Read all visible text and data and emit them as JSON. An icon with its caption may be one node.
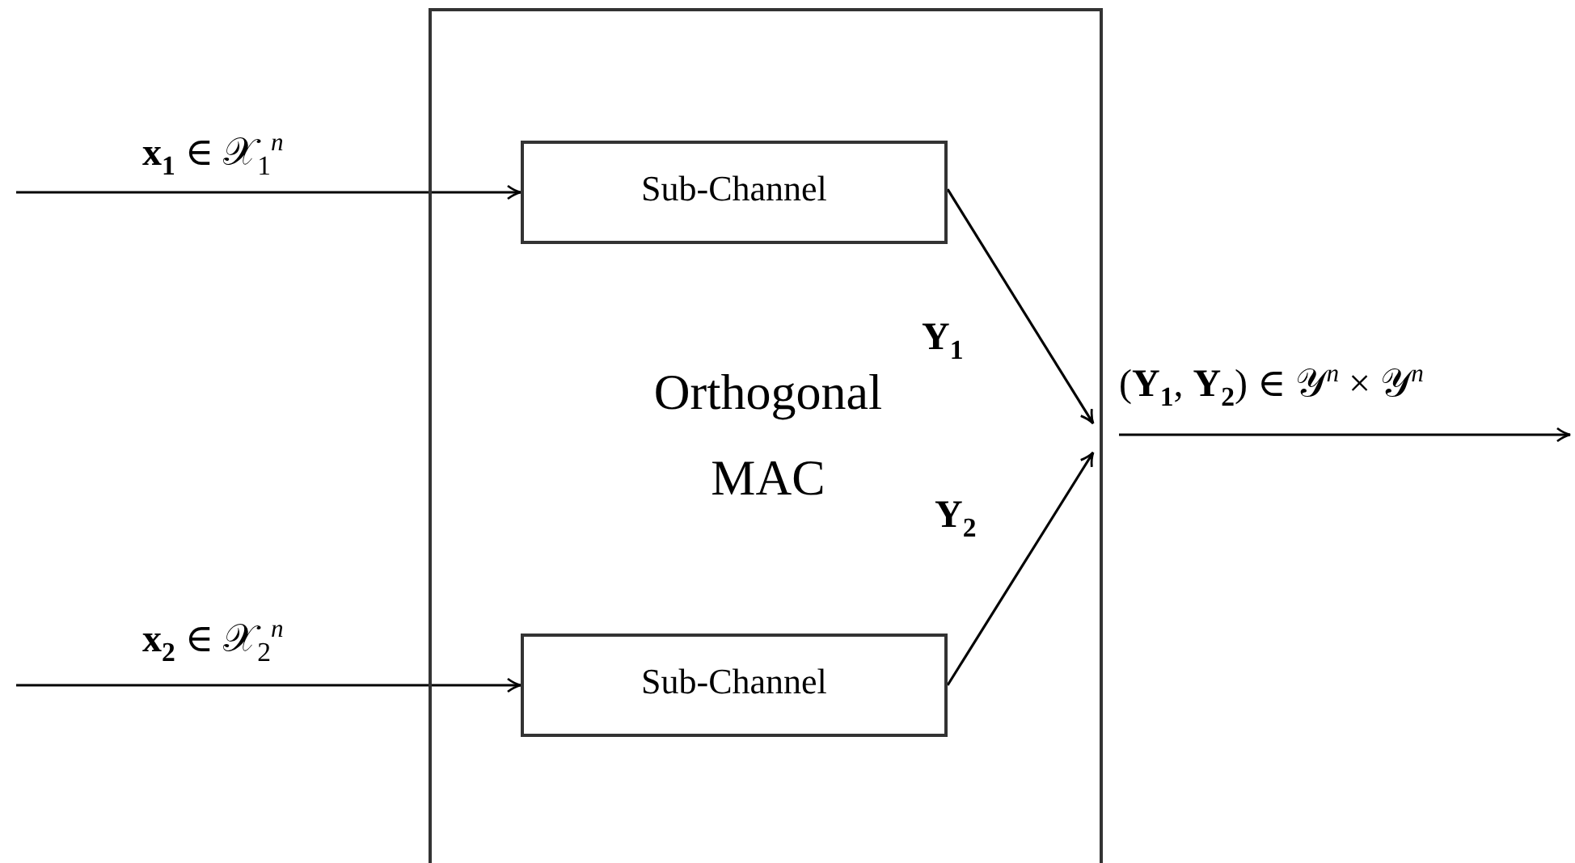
{
  "diagram": {
    "nodes": [
      {
        "text": [
          "Orthogonal MAC"
        ]
      },
      {
        "text": [
          "Sub-Channel"
        ],
        "in": 0
      },
      {
        "text": [
          "Sub-Channel"
        ],
        "in": 0
      }
    ],
    "edges": [
      {
        "from": null,
        "to": 1,
        "arrow": "to",
        "label": "**x**$_{1}$ ∈ 𝒳$_{1}$$^{n}$"
      },
      {
        "from": null,
        "to": 2,
        "arrow": "to",
        "label": "**x**$_{2}$ ∈ 𝒳$_{2}$$^{n}$"
      },
      {
        "from": 1,
        "to": null,
        "arrow": "to",
        "label": "**Y**$_{1}$"
      },
      {
        "from": 2,
        "to": null,
        "arrow": "to",
        "label": "**Y**$_{2}$"
      },
      {
        "from": 0,
        "to": null,
        "arrow": "to",
        "label": "(**Y**$_{1}$, **Y**$_{2}$) ∈ 𝒴$^{n}$ × 𝒴$^{n}$"
      }
    ]
  }
}
